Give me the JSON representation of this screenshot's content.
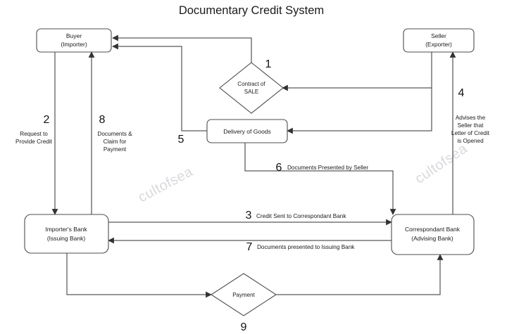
{
  "title": "Documentary Credit System",
  "nodes": {
    "buyer": {
      "line1": "Buyer",
      "line2": "(Importer)"
    },
    "seller": {
      "line1": "Seller",
      "line2": "(Exporter)"
    },
    "contract": {
      "line1": "Contract of",
      "line2": "SALE"
    },
    "delivery": {
      "line1": "Delivery of Goods",
      "line2": ""
    },
    "issuing": {
      "line1": "Importer's Bank",
      "line2": "(Issuing Bank)"
    },
    "advising": {
      "line1": "Correspondant Bank",
      "line2": "(Advising Bank)"
    },
    "payment": {
      "line1": "Payment",
      "line2": ""
    }
  },
  "steps": [
    {
      "num": "1",
      "label": ""
    },
    {
      "num": "2",
      "label": "Request to Provide Credit",
      "l1": "Request to",
      "l2": "Provide Credit",
      "l3": "",
      "l4": ""
    },
    {
      "num": "3",
      "label": "Credit Sent to Correspondant Bank"
    },
    {
      "num": "4",
      "label": "Advises the Seller that Letter of Credit is Opened",
      "l1": "Advises the",
      "l2": "Seller that",
      "l3": "Letter of Credit",
      "l4": "is Opened"
    },
    {
      "num": "5",
      "label": ""
    },
    {
      "num": "6",
      "label": "Documents Presented by Seller"
    },
    {
      "num": "7",
      "label": "Documents presented to Issuing Bank"
    },
    {
      "num": "8",
      "label": "Documents & Claim for Payment",
      "l1": "Documents &",
      "l2": "Claim for",
      "l3": "Payment",
      "l4": ""
    },
    {
      "num": "9",
      "label": ""
    }
  ],
  "watermark": {
    "text": "cultofsea"
  },
  "colors": {
    "stroke": "#4d4d4d",
    "edge": "#595959",
    "text": "#1a1a1a",
    "background": "#ffffff",
    "watermark": "#d9d9de"
  }
}
